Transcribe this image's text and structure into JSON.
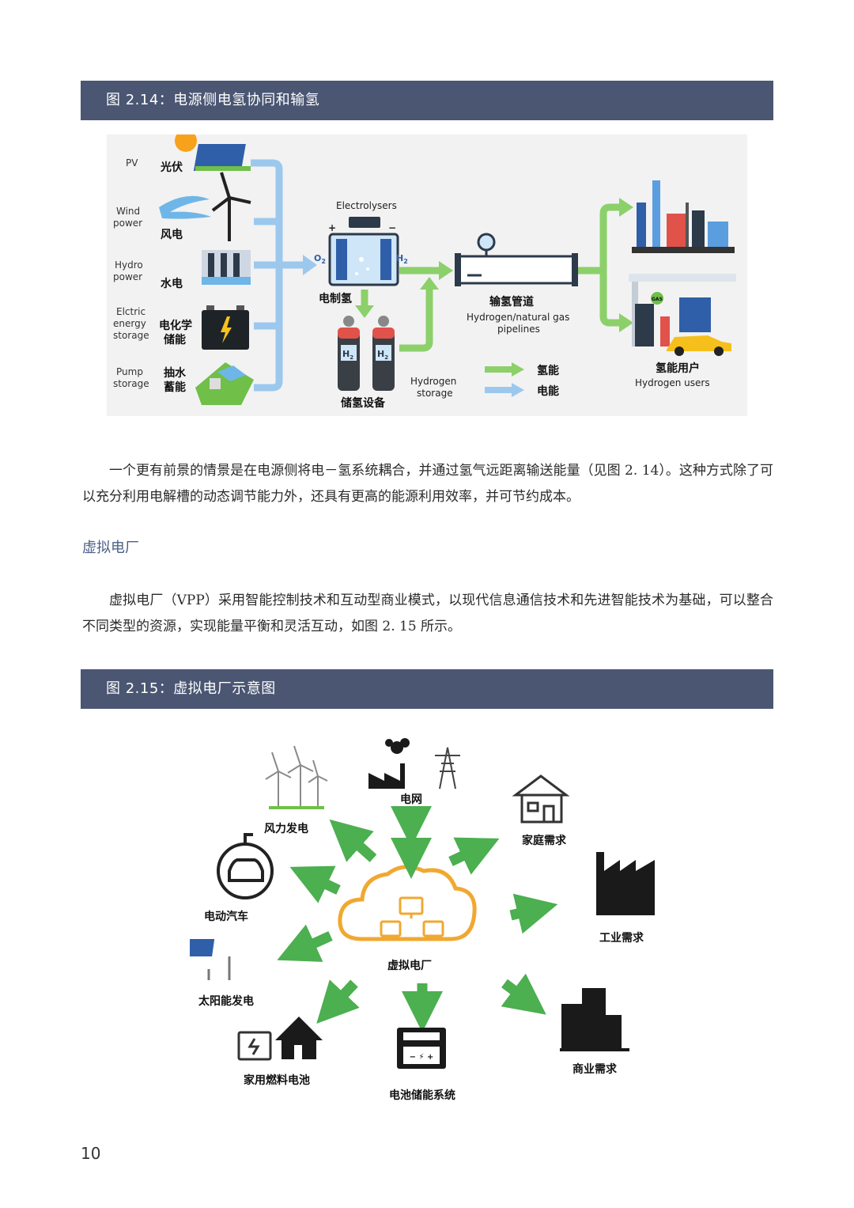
{
  "figure1": {
    "caption": "图 2.14：电源侧电氢协同和输氢",
    "sources": [
      {
        "en1": "PV",
        "en2": "",
        "cn1": "光伏",
        "cn2": ""
      },
      {
        "en1": "Wind",
        "en2": "power",
        "cn1": "风电",
        "cn2": ""
      },
      {
        "en1": "Hydro",
        "en2": "power",
        "cn1": "水电",
        "cn2": ""
      },
      {
        "en1": "Elctric",
        "en2": "energy",
        "en3": "storage",
        "cn1": "电化学",
        "cn2": "储能"
      },
      {
        "en1": "Pump",
        "en2": "storage",
        "cn1": "抽水",
        "cn2": "蓄能"
      }
    ],
    "electrolysers_label": "Electrolysers",
    "electrolysis_cn": "电制氢",
    "plus_sign": "+",
    "minus_sign": "−",
    "o2_label": "O",
    "o2_sub": "2",
    "h2_label": "H",
    "h2_sub": "2",
    "storage_cn": "储氢设备",
    "storage_en1": "Hydrogen",
    "storage_en2": "storage",
    "pipeline_cn": "输氢管道",
    "pipeline_en1": "Hydrogen/natural gas",
    "pipeline_en2": "pipelines",
    "users_cn": "氢能用户",
    "users_en": "Hydrogen users",
    "gas_label": "GAS",
    "legend_hydrogen": "氢能",
    "legend_electric": "电能",
    "colors": {
      "green": "#8cd06a",
      "blue": "#9cc8ee"
    }
  },
  "paragraph1": "一个更有前景的情景是在电源侧将电－氢系统耦合，并通过氢气远距离输送能量（见图 2. 14）。这种方式除了可以充分利用电解槽的动态调节能力外，还具有更高的能源利用效率，并可节约成本。",
  "section_heading": "虚拟电厂",
  "paragraph2": "虚拟电厂（VPP）采用智能控制技术和互动型商业模式，以现代信息通信技术和先进智能技术为基础，可以整合不同类型的资源，实现能量平衡和灵活互动，如图 2. 15 所示。",
  "figure2": {
    "caption": "图 2.15：虚拟电厂示意图",
    "center": "虚拟电厂",
    "grid": "电网",
    "wind": "风力发电",
    "ev": "电动汽车",
    "solar": "太阳能发电",
    "fuel_cell": "家用燃料电池",
    "battery": "电池储能系统",
    "commercial": "商业需求",
    "industrial": "工业需求",
    "household": "家庭需求",
    "battery_symbols": "− ⚡ +",
    "colors": {
      "arrow": "#4caf50",
      "cloud": "#f0a830"
    }
  },
  "page_number": "10"
}
